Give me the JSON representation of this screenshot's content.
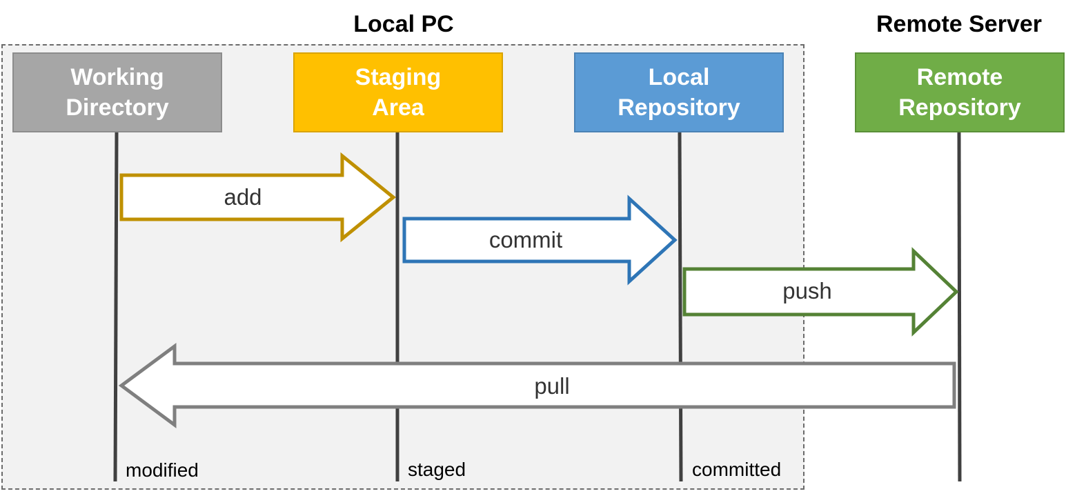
{
  "regions": {
    "local": {
      "title": "Local PC"
    },
    "remote": {
      "title": "Remote Server"
    }
  },
  "stages": [
    {
      "id": "working-directory",
      "label": "Working\nDirectory",
      "fill": "#a6a6a6",
      "border": "#8c8c8c",
      "state": "modified"
    },
    {
      "id": "staging-area",
      "label": "Staging\nArea",
      "fill": "#ffc000",
      "border": "#d9a300",
      "state": "staged"
    },
    {
      "id": "local-repository",
      "label": "Local\nRepository",
      "fill": "#5b9bd5",
      "border": "#4a82b5",
      "state": "committed"
    },
    {
      "id": "remote-repository",
      "label": "Remote\nRepository",
      "fill": "#70ad47",
      "border": "#5a8f38",
      "state": ""
    }
  ],
  "commands": [
    {
      "id": "add",
      "label": "add",
      "from": "working-directory",
      "to": "staging-area",
      "stroke": "#bf9000"
    },
    {
      "id": "commit",
      "label": "commit",
      "from": "staging-area",
      "to": "local-repository",
      "stroke": "#2e75b6"
    },
    {
      "id": "push",
      "label": "push",
      "from": "local-repository",
      "to": "remote-repository",
      "stroke": "#548235"
    },
    {
      "id": "pull",
      "label": "pull",
      "from": "remote-repository",
      "to": "working-directory",
      "stroke": "#7f7f7f"
    }
  ],
  "colors": {
    "lifeline": "#404040",
    "local_region_fill": "#f2f2f2",
    "local_region_border": "#6a6a6a"
  }
}
